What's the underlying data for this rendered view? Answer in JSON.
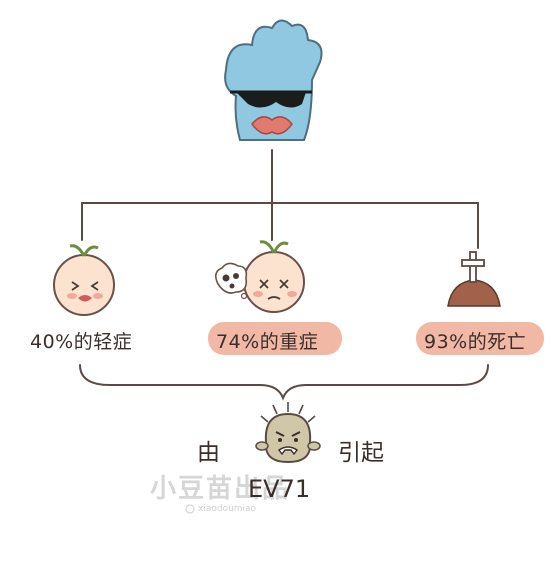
{
  "labels": {
    "mild": "40%的轻症",
    "severe": "74%的重症",
    "death": "93%的死亡"
  },
  "caused_by": {
    "left": "由",
    "right": "引起",
    "virus": "EV71"
  },
  "watermark": {
    "title": "小豆苗出品",
    "handle": "xiaodoumiao"
  },
  "colors": {
    "line": "#5a4a44",
    "pill": "#f2b8a6",
    "glove": "#8fc8e0",
    "lips": "#e07a6e",
    "baby_skin": "#fbe3cf",
    "mound": "#a2614a",
    "virus": "#cfc7a8"
  }
}
